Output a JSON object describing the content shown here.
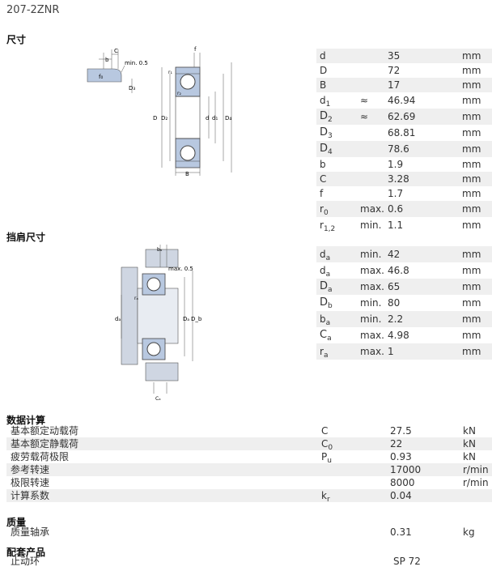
{
  "title": "207-2ZNR",
  "sections": {
    "dimensions": "尺寸",
    "abutment": "挡肩尺寸",
    "calc": "数据计算",
    "mass": "质量",
    "accessories": "配套产品"
  },
  "dimensions": [
    {
      "sym": "d",
      "sub": "",
      "q": "",
      "v": "35",
      "u": "mm"
    },
    {
      "sym": "D",
      "sub": "",
      "q": "",
      "v": "72",
      "u": "mm"
    },
    {
      "sym": "B",
      "sub": "",
      "q": "",
      "v": "17",
      "u": "mm"
    },
    {
      "sym": "d",
      "sub": "1",
      "q": "≈",
      "v": "46.94",
      "u": "mm"
    },
    {
      "sym": "D",
      "sub": "2",
      "q": "≈",
      "v": "62.69",
      "u": "mm"
    },
    {
      "sym": "D",
      "sub": "3",
      "q": "",
      "v": "68.81",
      "u": "mm"
    },
    {
      "sym": "D",
      "sub": "4",
      "q": "",
      "v": "78.6",
      "u": "mm"
    },
    {
      "sym": "b",
      "sub": "",
      "q": "",
      "v": "1.9",
      "u": "mm"
    },
    {
      "sym": "C",
      "sub": "",
      "q": "",
      "v": "3.28",
      "u": "mm"
    },
    {
      "sym": "f",
      "sub": "",
      "q": "",
      "v": "1.7",
      "u": "mm"
    },
    {
      "sym": "r",
      "sub": "0",
      "q": "max.",
      "v": "0.6",
      "u": "mm"
    },
    {
      "sym": "r",
      "sub": "1,2",
      "q": "min.",
      "v": "1.1",
      "u": "mm"
    }
  ],
  "abutment": [
    {
      "sym": "d",
      "sub": "a",
      "q": "min.",
      "v": "42",
      "u": "mm"
    },
    {
      "sym": "d",
      "sub": "a",
      "q": "max.",
      "v": "46.8",
      "u": "mm"
    },
    {
      "sym": "D",
      "sub": "a",
      "q": "max.",
      "v": "65",
      "u": "mm"
    },
    {
      "sym": "D",
      "sub": "b",
      "q": "min.",
      "v": "80",
      "u": "mm"
    },
    {
      "sym": "b",
      "sub": "a",
      "q": "min.",
      "v": "2.2",
      "u": "mm"
    },
    {
      "sym": "C",
      "sub": "a",
      "q": "max.",
      "v": "4.98",
      "u": "mm"
    },
    {
      "sym": "r",
      "sub": "a",
      "q": "max.",
      "v": "1",
      "u": "mm"
    }
  ],
  "calc": [
    {
      "label": "基本额定动载荷",
      "sym": "C",
      "sub": "",
      "v": "27.5",
      "u": "kN"
    },
    {
      "label": "基本额定静载荷",
      "sym": "C",
      "sub": "0",
      "v": "22",
      "u": "kN"
    },
    {
      "label": "疲劳载荷极限",
      "sym": "P",
      "sub": "u",
      "v": "0.93",
      "u": "kN"
    },
    {
      "label": "参考转速",
      "sym": "",
      "sub": "",
      "v": "17000",
      "u": "r/min"
    },
    {
      "label": "极限转速",
      "sym": "",
      "sub": "",
      "v": "8000",
      "u": "r/min"
    },
    {
      "label": "计算系数",
      "sym": "k",
      "sub": "r",
      "v": "0.04",
      "u": ""
    }
  ],
  "mass": {
    "label": "质量轴承",
    "v": "0.31",
    "u": "kg"
  },
  "accessories": {
    "label": "止动环",
    "v": "SP 72"
  },
  "diagram_labels": {
    "c": "C",
    "b": "b",
    "min05": "min. 0.5",
    "f0": "f₀",
    "d3": "D₃",
    "f": "f",
    "r1": "r₁",
    "r2": "r₂",
    "D": "D",
    "D2": "D₂",
    "d": "d",
    "d1": "d₁",
    "D4": "D₄",
    "B": "B",
    "ba": "bₐ",
    "max05": "max. 0.5",
    "ra": "rₐ",
    "da": "dₐ",
    "Da": "Dₐ",
    "Db": "D_b",
    "Ca": "Cₐ"
  }
}
